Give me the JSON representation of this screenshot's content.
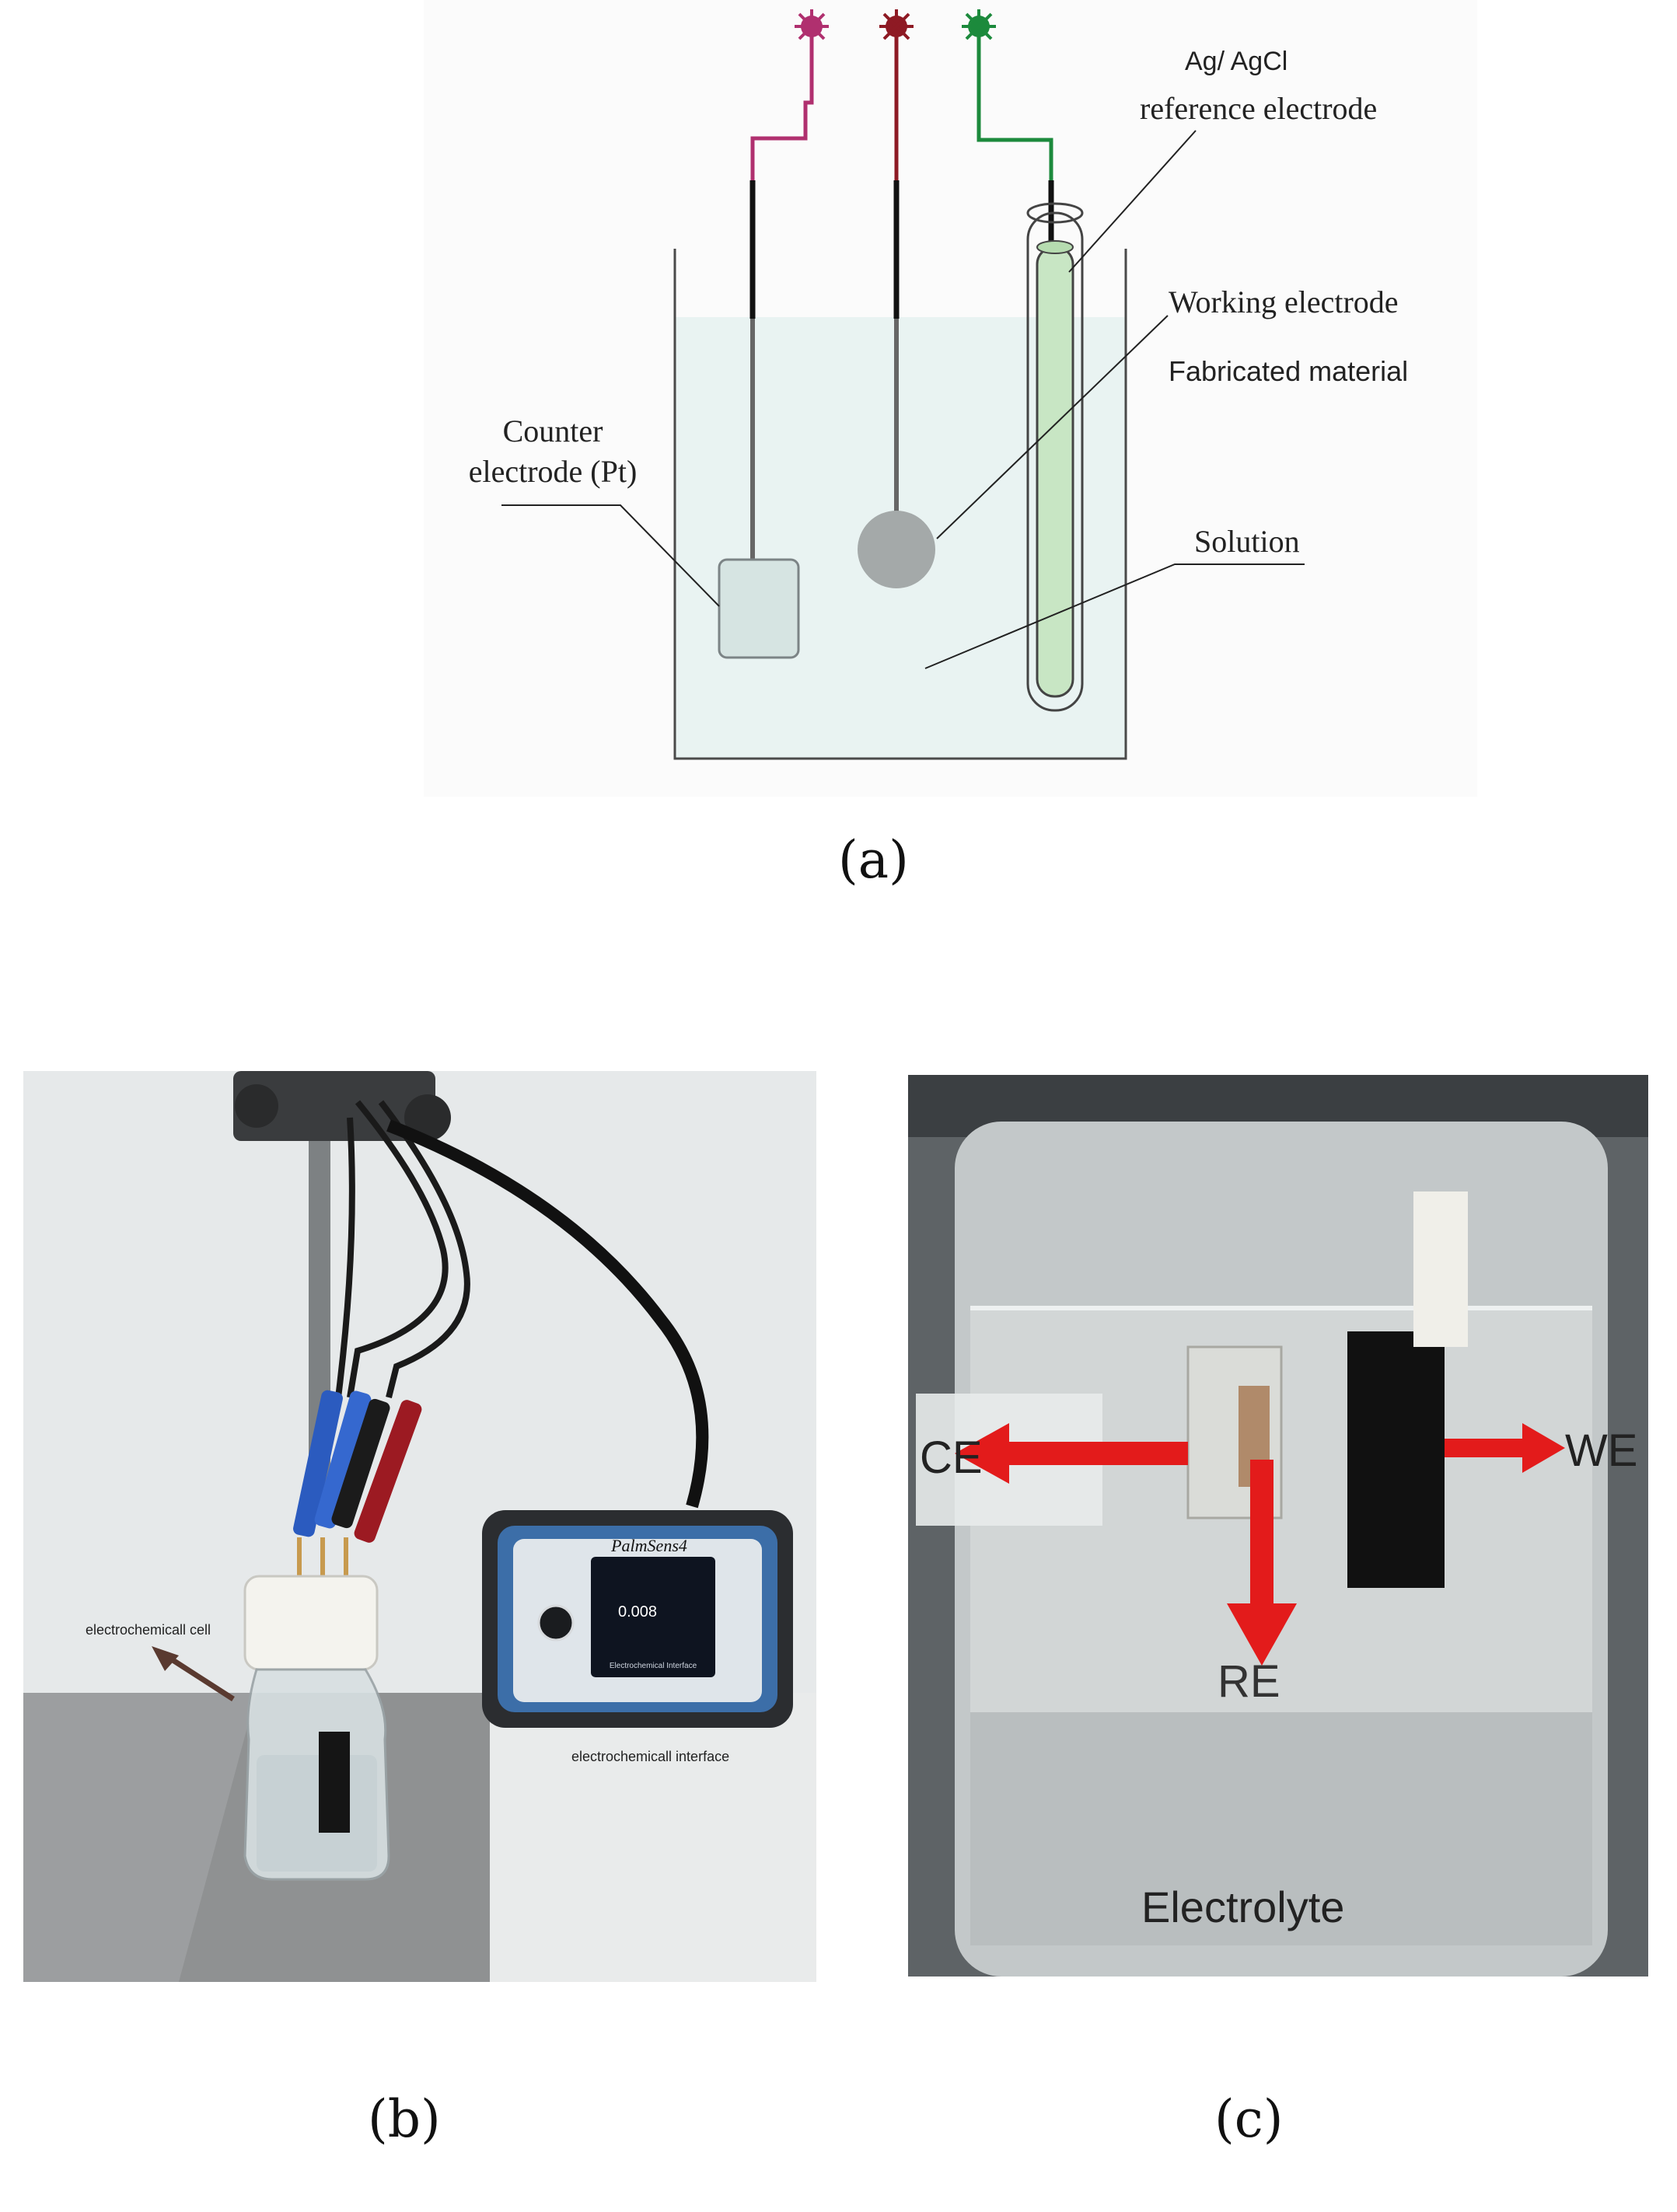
{
  "panel_a": {
    "label_ref_line1": "Ag/ AgCl",
    "label_ref_line2": "reference electrode",
    "label_working": "Working electrode",
    "label_fabricated": "Fabricated material",
    "label_counter_line1": "Counter",
    "label_counter_line2": "electrode (Pt)",
    "label_solution": "Solution",
    "caption": "(a)",
    "colors": {
      "counter_wire": "#b0306f",
      "working_wire": "#8e1a24",
      "reference_wire": "#1c8a3c",
      "solution": "#e9f3f2"
    }
  },
  "panel_b": {
    "label_cell": "electrochemicall cell",
    "label_interface": "electrochemicall interface",
    "device_brand": "PalmSens4",
    "device_reading": "0.008",
    "device_footer": "Electrochemical Interface",
    "caption": "(b)"
  },
  "panel_c": {
    "label_ce": "CE",
    "label_we": "WE",
    "label_re": "RE",
    "label_electrolyte": "Electrolyte",
    "caption": "(c)",
    "arrow_color": "#e31b1b"
  }
}
